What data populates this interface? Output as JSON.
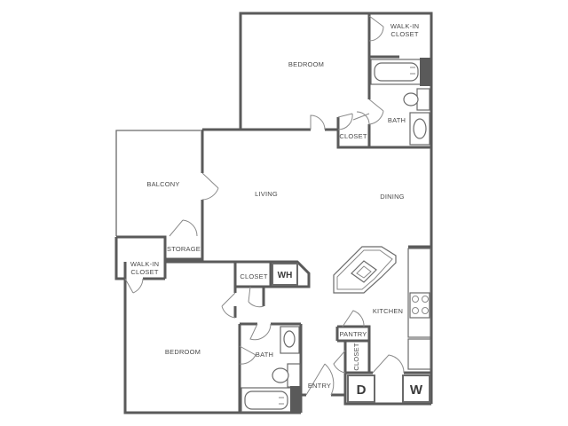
{
  "rooms": {
    "bedroom_upper": "BEDROOM",
    "walk_in_closet_upper": [
      "WALK-IN",
      "CLOSET"
    ],
    "bath_upper": "BATH",
    "closet_upper": "CLOSET",
    "balcony": "BALCONY",
    "living": "LIVING",
    "dining": "DINING",
    "storage": "STORAGE",
    "walk_in_closet_lower": [
      "WALK-IN",
      "CLOSET"
    ],
    "closet_lower": "CLOSET",
    "water_heater": "WH",
    "kitchen": "KITCHEN",
    "pantry": "PANTRY",
    "closet_entry": "CLOSET",
    "bedroom_lower": "BEDROOM",
    "bath_lower": "BATH",
    "entry": "ENTRY",
    "dryer": "D",
    "washer": "W"
  },
  "colors": {
    "wall": "#5a5a5a",
    "background": "#ffffff",
    "text": "#4a4a4a"
  }
}
